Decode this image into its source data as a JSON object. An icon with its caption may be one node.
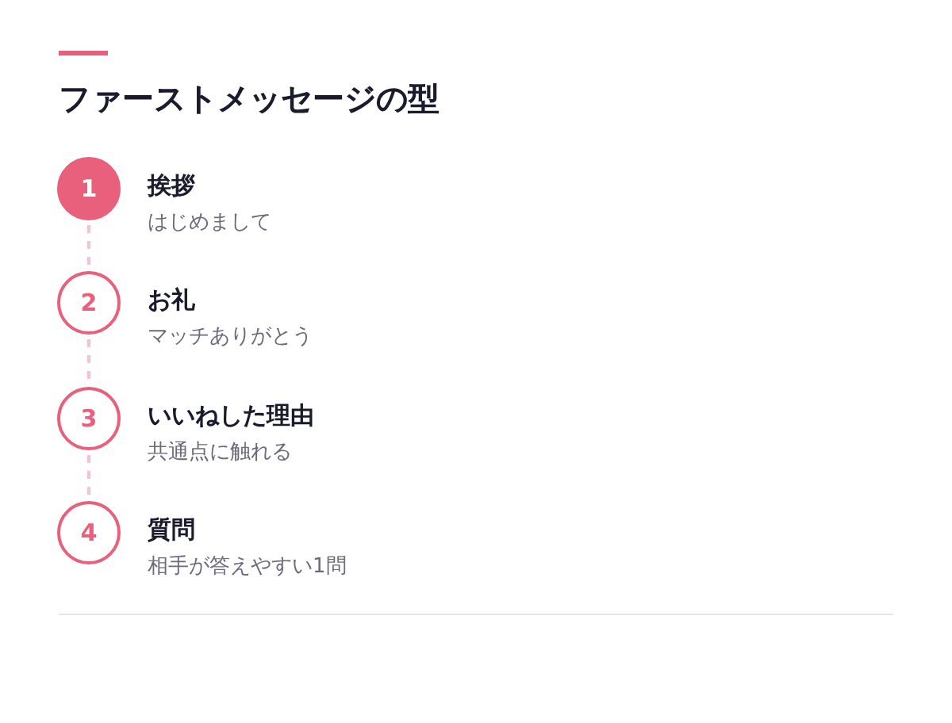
{
  "diagram": {
    "title": "ファーストメッセージの型",
    "nodes": [
      {
        "text": [
          "1"
        ],
        "beside": [
          "挨拶",
          "はじめまして"
        ]
      },
      {
        "text": [
          "2"
        ],
        "beside": [
          "お礼",
          "マッチありがとう"
        ]
      },
      {
        "text": [
          "3"
        ],
        "beside": [
          "いいねした理由",
          "共通点に触れる"
        ]
      },
      {
        "text": [
          "4"
        ],
        "beside": [
          "質問",
          "相手が答えやすい1問"
        ]
      }
    ],
    "edges": [
      {
        "from": 0,
        "to": 1,
        "arrow": "none",
        "style": "dashed"
      },
      {
        "from": 1,
        "to": 2,
        "arrow": "none",
        "style": "dashed"
      },
      {
        "from": 2,
        "to": 3,
        "arrow": "none",
        "style": "dashed"
      }
    ]
  }
}
